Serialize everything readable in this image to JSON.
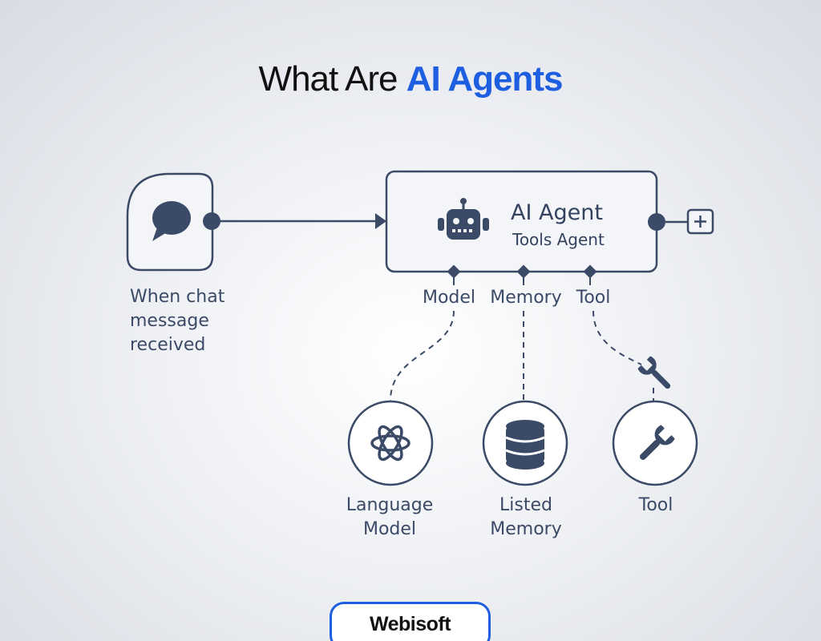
{
  "title": {
    "main": "What Are ",
    "accent": "AI Agents"
  },
  "trigger": {
    "label": "When chat message received",
    "icon": "chat-bubble-icon"
  },
  "agent": {
    "title": "AI Agent",
    "subtitle": "Tools Agent",
    "icon": "robot-icon"
  },
  "ports": {
    "model": "Model",
    "memory": "Memory",
    "tool": "Tool"
  },
  "subnodes": {
    "language_model": {
      "label": "Language Model",
      "icon": "openai-logo-icon"
    },
    "memory": {
      "label": "Listed Memory",
      "icon": "database-icon"
    },
    "tool": {
      "label": "Tool",
      "icon": "wrench-icon"
    }
  },
  "brand": "Webisoft",
  "colors": {
    "stroke": "#3b4a66",
    "accent": "#1d5fe0",
    "node_bg": "#f3f5f8"
  }
}
